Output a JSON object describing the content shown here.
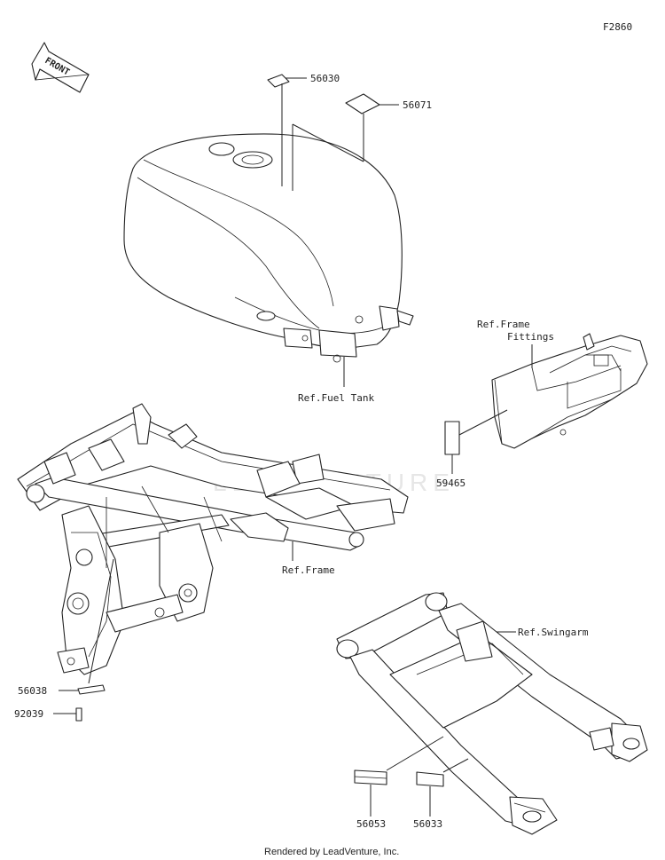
{
  "diagram_code": "F2860",
  "front_arrow_label": "FRONT",
  "watermark": "LEADVENTURE",
  "parts": [
    {
      "id": "56030"
    },
    {
      "id": "56071"
    },
    {
      "id": "59465"
    },
    {
      "id": "56038"
    },
    {
      "id": "92039"
    },
    {
      "id": "56053"
    },
    {
      "id": "56033"
    }
  ],
  "references": {
    "fuel_tank": "Ref.Fuel Tank",
    "frame_fittings_line1": "Ref.Frame",
    "frame_fittings_line2": "Fittings",
    "frame": "Ref.Frame",
    "swingarm": "Ref.Swingarm"
  },
  "footer": "Rendered by LeadVenture, Inc."
}
